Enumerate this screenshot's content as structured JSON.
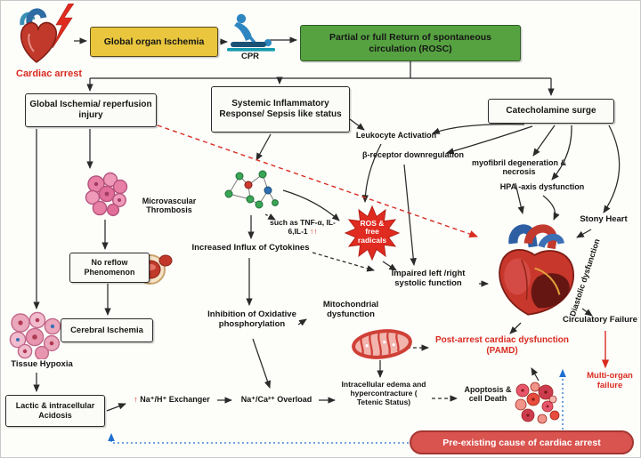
{
  "title": "Cardiac arrest pathophysiology diagram",
  "colors": {
    "accent_red": "#d92b20",
    "box_yellow": "#e9c63d",
    "box_green": "#56a241",
    "banner_red": "#d9534f",
    "arrow_blue": "#1f6fd0",
    "arrow_black": "#2a2a2a"
  },
  "icons": {
    "heart_lightning": "injured-heart-lightning-icon",
    "cpr": "cpr-rescuer-icon",
    "thrombosis": "microthrombi-cluster-icon",
    "cytokine_network": "cytokine-network-icon",
    "ros_burst": "ros-starburst-icon",
    "rbc": "red-blood-cell-icon",
    "tissue_cells": "tissue-cells-icon",
    "heart_anatomy": "anatomical-heart-icon",
    "mitochondria": "mitochondria-icon",
    "apoptotic_cells": "apoptotic-cells-icon"
  },
  "nodes": {
    "cardiac_arrest": "Cardiac arrest",
    "global_organ_ischemia": "Global organ Ischemia",
    "cpr": "CPR",
    "rosc": "Partial or full Return of spontaneous circulation (ROSC)",
    "reperfusion": "Global Ischemia/ reperfusion injury",
    "systemic": "Systemic Inflammatory Response/ Sepsis like status",
    "catecholamine": "Catecholamine surge",
    "leukocyte": "Leukocyte Activation",
    "beta_receptor": "β-receptor downregulation",
    "myofibril": "myofibril degeneration & necrosis",
    "hpa": "HPA -axis dysfunction",
    "microvascular": "Microvascular Thrombosis",
    "such_as": "such as TNF-α, IL-6,IL-1",
    "cytokine_up": "↑↑",
    "ros": "ROS & free radicals",
    "influx": "Increased Influx of Cytokines",
    "no_reflow": "No reflow Phenomenon",
    "impaired": "Impaired left /right systolic function",
    "stony_heart": "Stony Heart",
    "diastolic": "Diastolic dysfunction",
    "cerebral": "Cerebral Ischemia",
    "tissue_hypoxia": "Tissue Hypoxia",
    "oxphos": "Inhibition of Oxidative phosphorylation",
    "mito": "Mitochondrial dysfunction",
    "pamd": "Post-arrest cardiac dysfunction (PAMD)",
    "circulatory": "Circulatory Failure",
    "multi_organ": "Multi-organ failure",
    "acidosis": "Lactic & intracellular Acidosis",
    "up_arrow": "↑",
    "na_h": "Na⁺/H⁺ Exchanger",
    "na_ca": "Na⁺/Ca²⁺ Overload",
    "edema": "Intracellular edema and hypercontracture ( Tetenic Status)",
    "apoptosis": "Apoptosis & cell Death",
    "preexisting": "Pre-existing cause of cardiac arrest"
  }
}
